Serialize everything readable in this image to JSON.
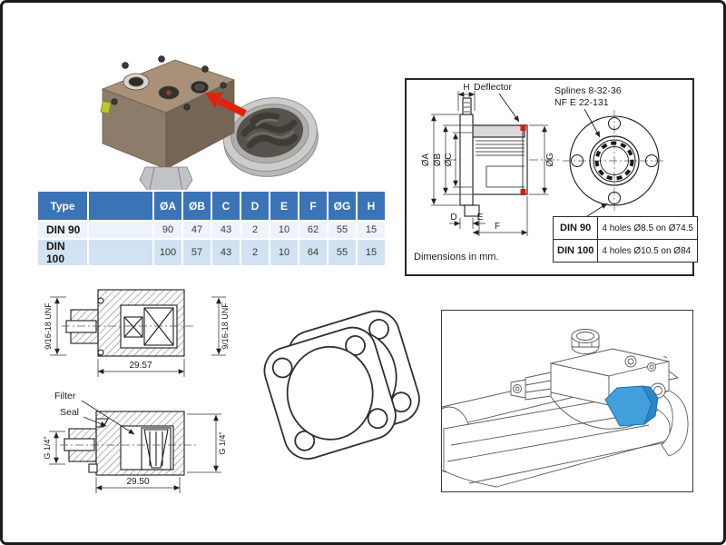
{
  "colors": {
    "page_border": "#1c1c1c",
    "table_header_bg": "#3b74b6",
    "table_row_light": "#edf3fb",
    "table_row_mid": "#d2e2f2",
    "arrow_red": "#e3200b",
    "seal_red": "#cc2211",
    "highlight_blue": "#429fdb",
    "drawing_shade": "#d9d9d9"
  },
  "main_table": {
    "headers": [
      "Type",
      "",
      "ØA",
      "ØB",
      "C",
      "D",
      "E",
      "F",
      "ØG",
      "H"
    ],
    "rows": [
      {
        "type": "DIN 90",
        "values": [
          "90",
          "47",
          "43",
          "2",
          "10",
          "62",
          "55",
          "15"
        ]
      },
      {
        "type": "DIN 100",
        "values": [
          "100",
          "57",
          "43",
          "2",
          "10",
          "64",
          "55",
          "15"
        ]
      }
    ]
  },
  "drawing_panel": {
    "deflector_label": "Deflector",
    "splines_line1": "Splines 8-32-36",
    "splines_line2": "NF E 22-131",
    "note": "Dimensions in mm.",
    "dim_labels": {
      "h": "H",
      "a": "ØA",
      "b": "ØB",
      "c": "ØC",
      "g": "ØG",
      "d": "D",
      "e": "E",
      "f": "F"
    },
    "holes_table": {
      "rows": [
        {
          "type": "DIN 90",
          "spec": "4 holes Ø8.5 on Ø74.5"
        },
        {
          "type": "DIN 100",
          "spec": "4 holes Ø10.5 on Ø84"
        }
      ]
    }
  },
  "unf_fitting": {
    "thread_left": "9/16-18 UNF",
    "thread_right": "9/16-18 UNF",
    "length_dim": "29.57"
  },
  "g14_fitting": {
    "filter_label": "Filter",
    "seal_label": "Seal",
    "thread_left": "G 1/4\"",
    "thread_right": "G 1/4\"",
    "length_dim": "29.50"
  }
}
